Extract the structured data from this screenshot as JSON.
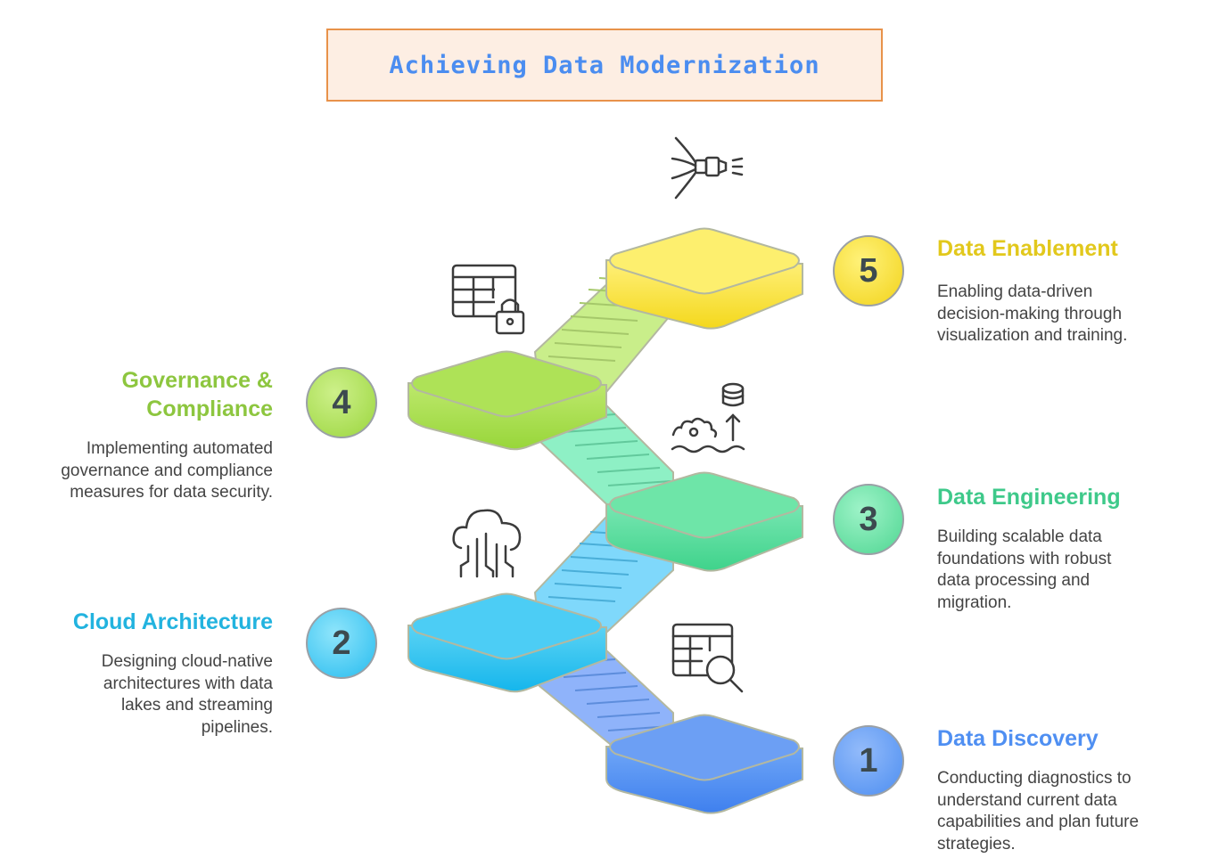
{
  "title": "Achieving Data Modernization",
  "steps": [
    {
      "number": "1",
      "title": "Data Discovery",
      "description": "Conducting diagnostics to understand current data capabilities and plan future strategies.",
      "color": "#4f8ff2",
      "icon": "table-search-icon"
    },
    {
      "number": "2",
      "title": "Cloud Architecture",
      "description": "Designing cloud-native architectures with data lakes and streaming pipelines.",
      "color": "#22b3df",
      "icon": "cloud-pipelines-icon"
    },
    {
      "number": "3",
      "title": "Data Engineering",
      "description": "Building scalable data foundations with robust data processing and migration.",
      "color": "#3ec98a",
      "icon": "data-lake-database-icon"
    },
    {
      "number": "4",
      "title": "Governance & Compliance",
      "description": "Implementing automated governance and compliance measures for data security.",
      "color": "#8dc63f",
      "icon": "table-lock-icon"
    },
    {
      "number": "5",
      "title": "Data Enablement",
      "description": "Enabling data-driven decision-making through visualization and training.",
      "color": "#e2c81c",
      "icon": "megaphone-icon"
    }
  ]
}
